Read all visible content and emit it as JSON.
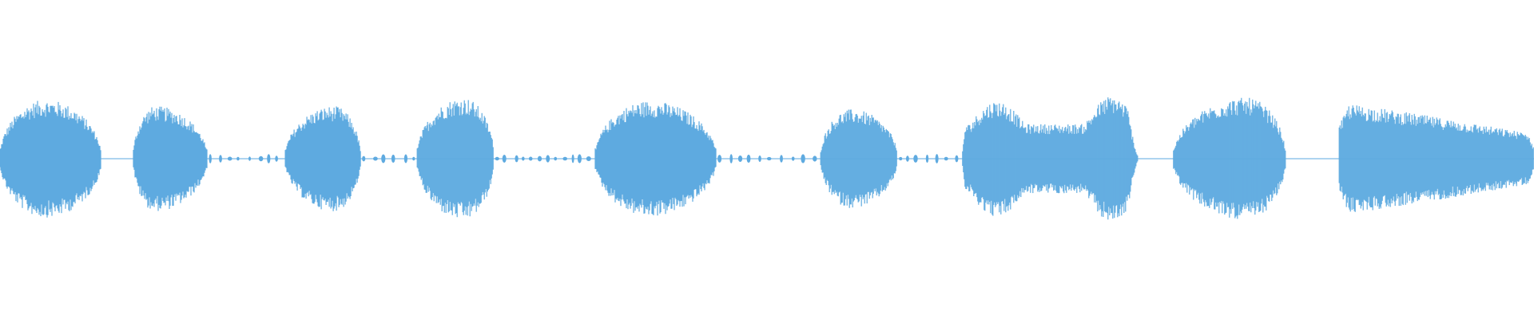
{
  "waveform": {
    "color": "#5eaae0",
    "baseline_color": "#5eaae0",
    "segments": [
      {
        "kind": "voice",
        "start": 0.0,
        "end": 0.066,
        "peak": 0.56,
        "skew": 0.45
      },
      {
        "kind": "gap",
        "start": 0.066,
        "end": 0.087
      },
      {
        "kind": "voice",
        "start": 0.087,
        "end": 0.135,
        "peak": 0.5,
        "skew": 0.3
      },
      {
        "kind": "dots",
        "start": 0.135,
        "end": 0.186
      },
      {
        "kind": "voice",
        "start": 0.186,
        "end": 0.235,
        "peak": 0.5,
        "skew": 0.65
      },
      {
        "kind": "dots",
        "start": 0.235,
        "end": 0.272
      },
      {
        "kind": "voice",
        "start": 0.272,
        "end": 0.322,
        "peak": 0.58,
        "skew": 0.6
      },
      {
        "kind": "dots",
        "start": 0.322,
        "end": 0.388
      },
      {
        "kind": "voice",
        "start": 0.388,
        "end": 0.467,
        "peak": 0.55,
        "skew": 0.45
      },
      {
        "kind": "dots",
        "start": 0.467,
        "end": 0.535
      },
      {
        "kind": "voice",
        "start": 0.535,
        "end": 0.585,
        "peak": 0.47,
        "skew": 0.4
      },
      {
        "kind": "dots",
        "start": 0.585,
        "end": 0.627
      },
      {
        "kind": "voice2",
        "start": 0.627,
        "end": 0.742,
        "peak": 0.6,
        "skew": 0.8
      },
      {
        "kind": "gap",
        "start": 0.742,
        "end": 0.765
      },
      {
        "kind": "voice",
        "start": 0.765,
        "end": 0.838,
        "peak": 0.58,
        "skew": 0.65
      },
      {
        "kind": "gap",
        "start": 0.838,
        "end": 0.873
      },
      {
        "kind": "tail",
        "start": 0.873,
        "end": 1.0,
        "peak": 0.52,
        "skew": 0.15
      }
    ]
  }
}
